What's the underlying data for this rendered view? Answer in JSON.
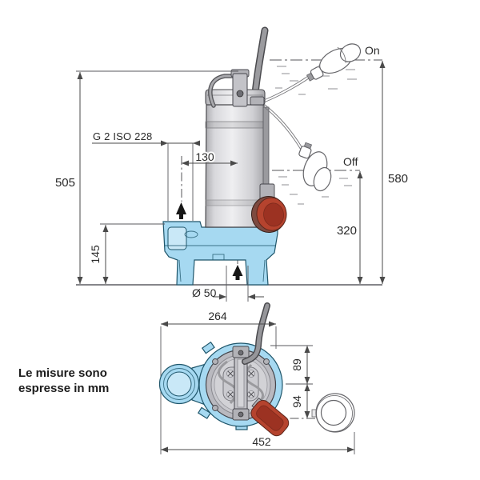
{
  "note": {
    "line1": "Le misure sono",
    "line2": "espresse in mm"
  },
  "side_view": {
    "dim_total_height": "505",
    "dim_outlet_height": "145",
    "dim_outlet_thread": "G 2 ISO 228",
    "dim_outlet_offset": "130",
    "dim_inlet_diameter": "Ø 50",
    "dim_level_on": "580",
    "dim_level_off": "320",
    "label_on": "On",
    "label_off": "Off"
  },
  "top_view": {
    "dim_body_width": "264",
    "dim_axis_to_rear": "89",
    "dim_axis_to_float": "94",
    "dim_overall_width": "452"
  },
  "colors": {
    "pump_blue": "#a6d9f1",
    "pump_blue_light": "#c9e8f7",
    "outline_blue": "#1f566b",
    "float_red": "#b5432e",
    "float_red_dark": "#9c3222",
    "dim_line": "#4a4a4a",
    "text": "#2b2b2b"
  }
}
